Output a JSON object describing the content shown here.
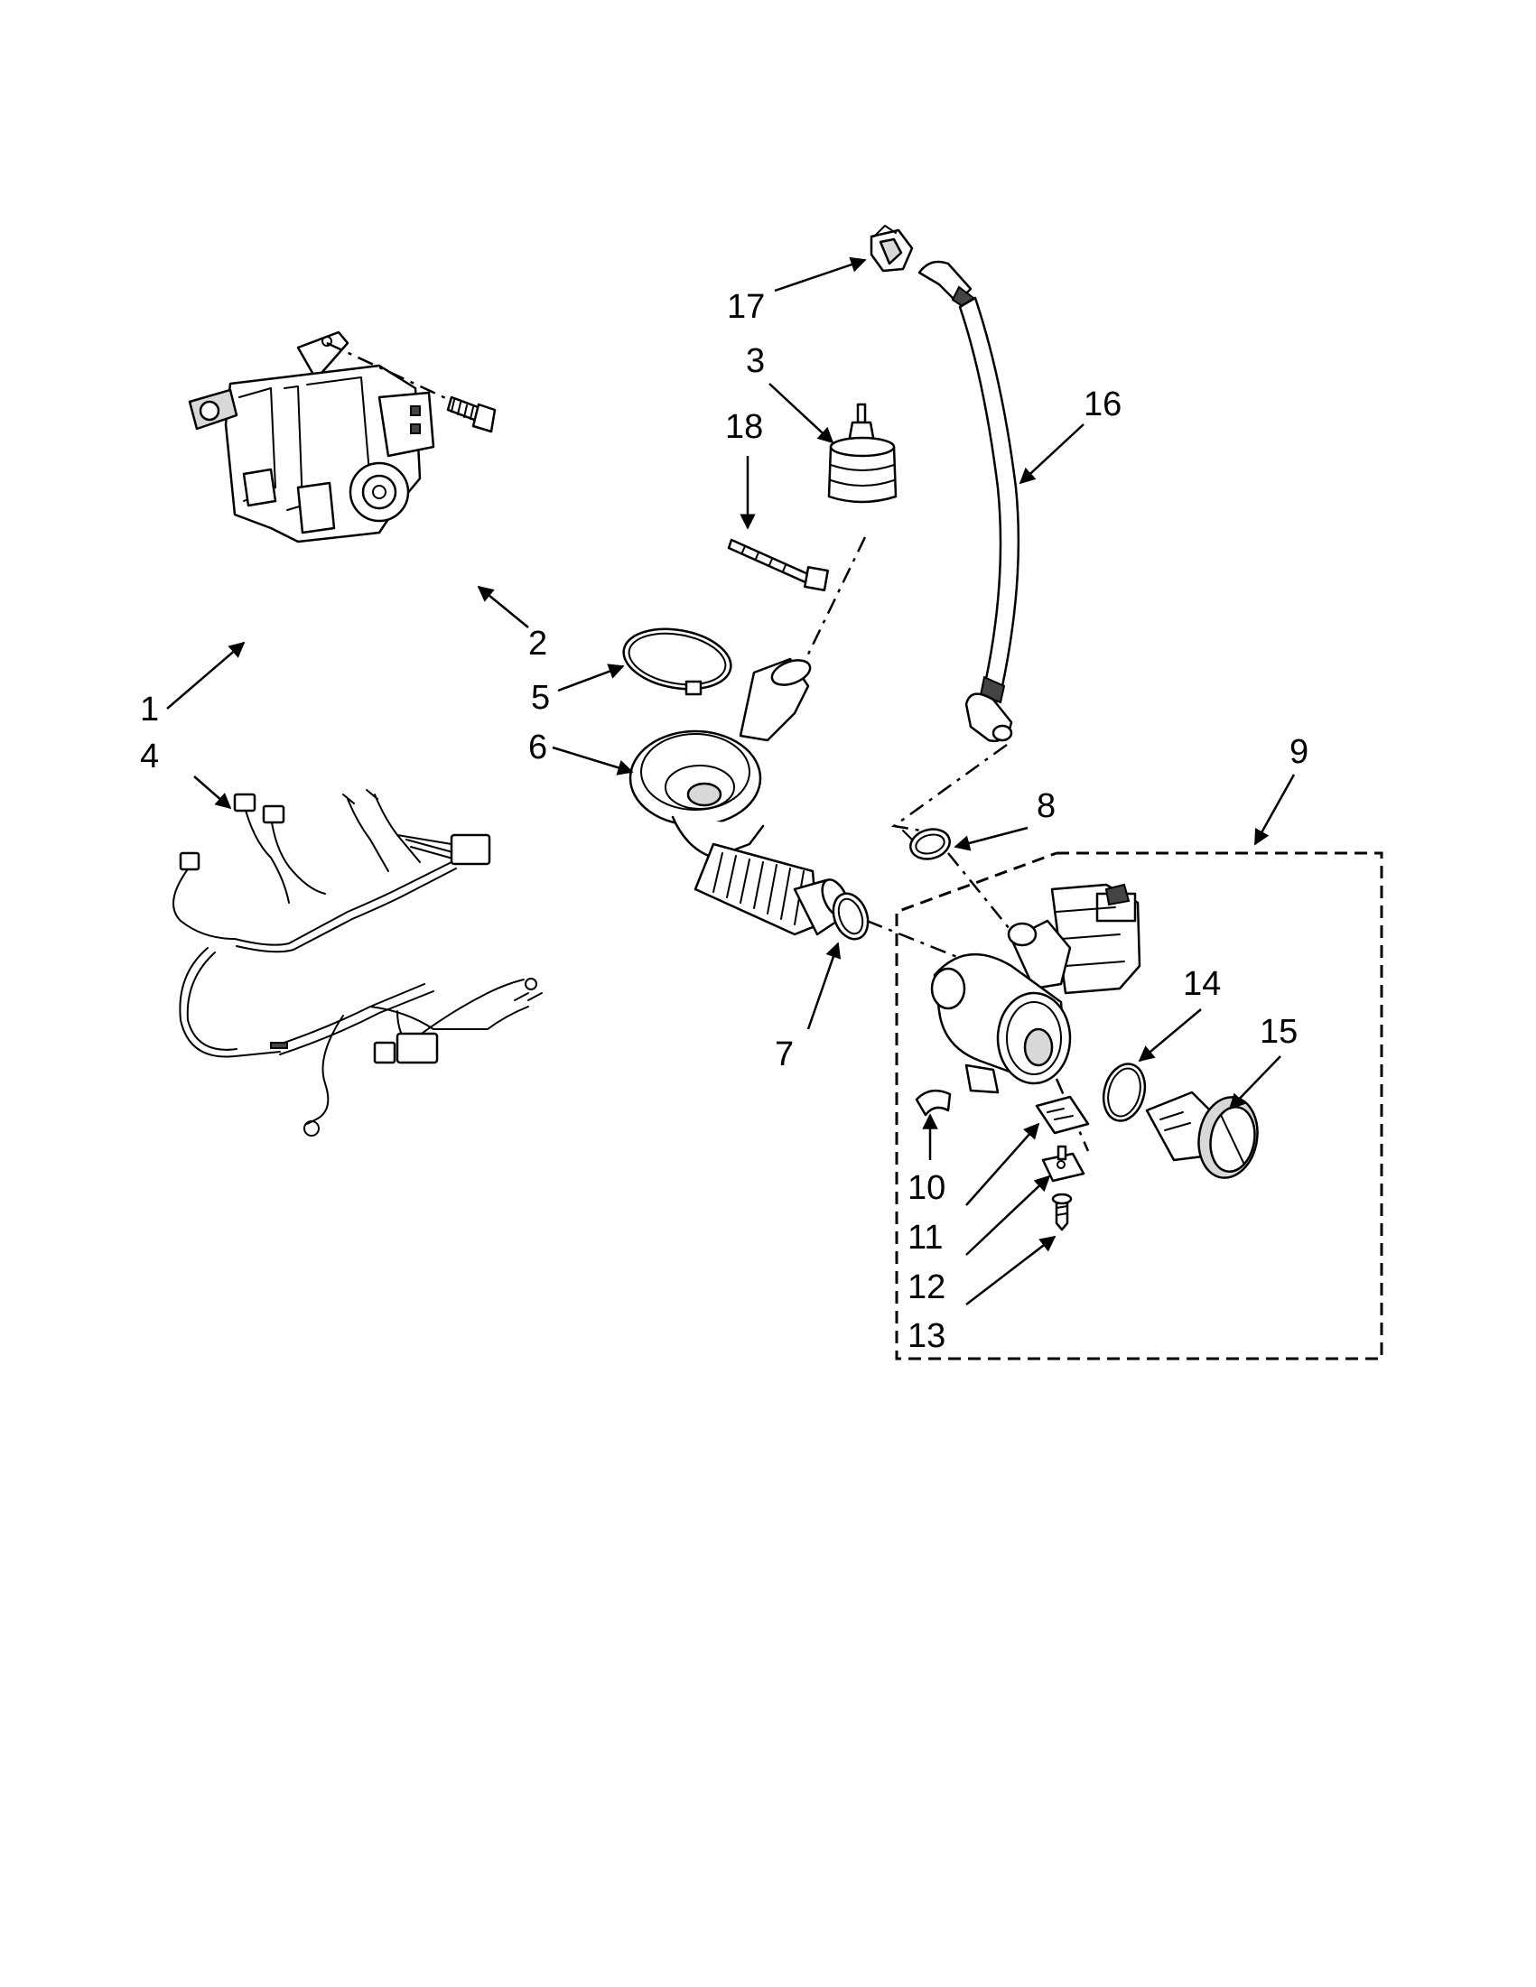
{
  "diagram": {
    "callouts": [
      "1",
      "2",
      "3",
      "4",
      "5",
      "6",
      "7",
      "8",
      "9",
      "10",
      "11",
      "12",
      "13",
      "14",
      "15",
      "16",
      "17",
      "18"
    ]
  },
  "icons": {
    "arrowhead": "solid-arrowhead"
  }
}
